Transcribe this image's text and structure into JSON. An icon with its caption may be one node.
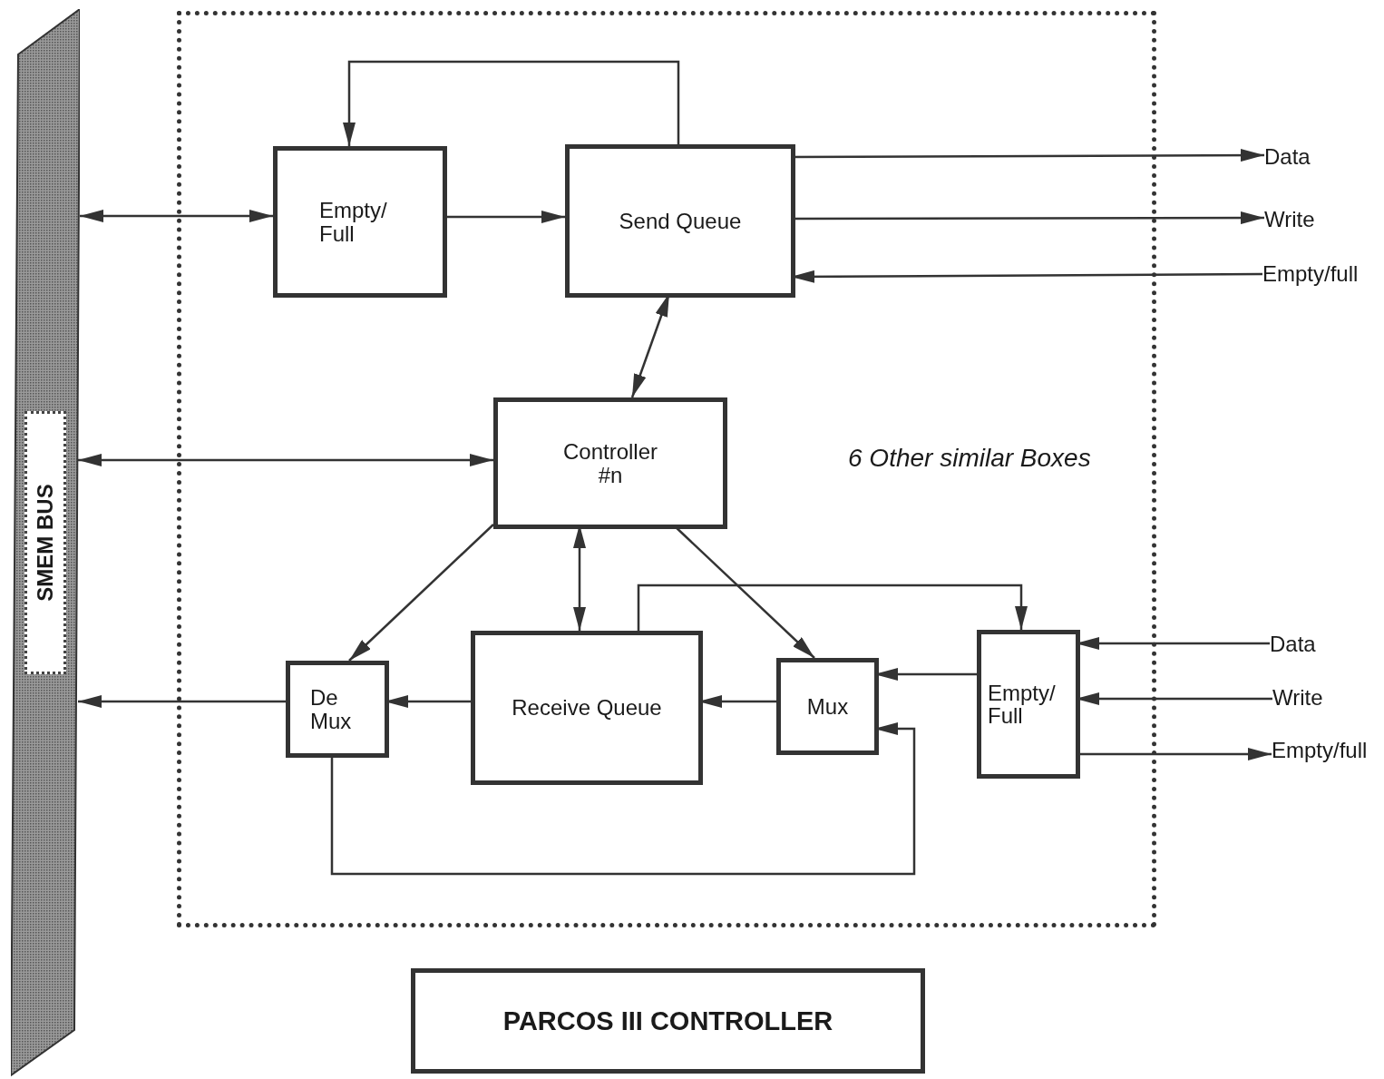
{
  "diagram": {
    "nodes": [
      {
        "text": [
          "SMEM BUS"
        ]
      },
      {
        "text": [
          "6 Other similar Boxes"
        ]
      },
      {
        "text": [
          "Empty/ Full"
        ],
        "in": 1
      },
      {
        "text": [
          "Send Queue"
        ],
        "in": 1
      },
      {
        "text": [
          "Controller",
          "#n"
        ],
        "in": 1
      },
      {
        "text": [
          "De Mux"
        ],
        "in": 1
      },
      {
        "text": [
          "Receive Queue"
        ],
        "in": 1
      },
      {
        "text": [
          "Mux"
        ],
        "in": 1
      },
      {
        "text": [
          "Empty/ Full"
        ],
        "in": 1
      },
      {
        "text": [
          "PARCOS III CONTROLLER"
        ]
      },
      {
        "text": [
          "Data"
        ]
      },
      {
        "text": [
          "Write"
        ]
      },
      {
        "text": [
          "Empty/full"
        ]
      },
      {
        "text": [
          "Data"
        ]
      },
      {
        "text": [
          "Write"
        ]
      },
      {
        "text": [
          "Empty/full"
        ]
      }
    ],
    "edges": [
      {
        "from": 0,
        "to": 2,
        "arrow": "both"
      },
      {
        "from": 2,
        "to": 3,
        "arrow": "to"
      },
      {
        "from": 3,
        "to": 2,
        "arrow": "to"
      },
      {
        "from": 3,
        "to": 10,
        "arrow": "to"
      },
      {
        "from": 3,
        "to": 11,
        "arrow": "to"
      },
      {
        "from": 12,
        "to": 3,
        "arrow": "to"
      },
      {
        "from": 3,
        "to": 4,
        "arrow": "both"
      },
      {
        "from": 0,
        "to": 4,
        "arrow": "both"
      },
      {
        "from": 4,
        "to": 5,
        "arrow": "to"
      },
      {
        "from": 4,
        "to": 6,
        "arrow": "both"
      },
      {
        "from": 4,
        "to": 7,
        "arrow": "to"
      },
      {
        "from": 6,
        "to": 8,
        "arrow": "to"
      },
      {
        "from": 8,
        "to": 7,
        "arrow": "to"
      },
      {
        "from": 6,
        "to": 5,
        "arrow": "to"
      },
      {
        "from": 7,
        "to": 6,
        "arrow": "to"
      },
      {
        "from": 5,
        "to": 0,
        "arrow": "to"
      },
      {
        "from": 5,
        "to": 7,
        "arrow": "to"
      },
      {
        "from": 13,
        "to": 8,
        "arrow": "to"
      },
      {
        "from": 14,
        "to": 8,
        "arrow": "to"
      },
      {
        "from": 8,
        "to": 15,
        "arrow": "to"
      }
    ]
  }
}
